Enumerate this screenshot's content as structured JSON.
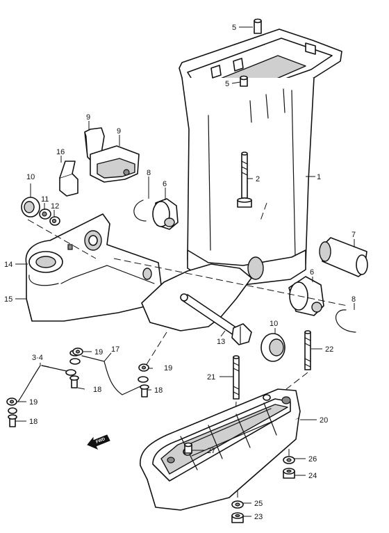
{
  "labels": {
    "l1": "1",
    "l2": "2",
    "l3_4": "3·4",
    "l5a": "5",
    "l5b": "5",
    "l6a": "6",
    "l6b": "6",
    "l7": "7",
    "l8a": "8",
    "l8b": "8",
    "l9a": "9",
    "l9b": "9",
    "l10a": "10",
    "l10b": "10",
    "l11": "11",
    "l12": "12",
    "l13": "13",
    "l14": "14",
    "l15": "15",
    "l16": "16",
    "l17": "17",
    "l18a": "18",
    "l18b": "18",
    "l18c": "18",
    "l19a": "19",
    "l19b": "19",
    "l19c": "19",
    "l20": "20",
    "l21": "21",
    "l22": "22",
    "l23": "23",
    "l24": "24",
    "l25": "25",
    "l26": "26",
    "l27": "27",
    "fwd": "FWD"
  },
  "colors": {
    "ink": "#111111",
    "fill": "#ffffff",
    "shade": "#cfcfcf",
    "dark": "#8a8a8a"
  }
}
